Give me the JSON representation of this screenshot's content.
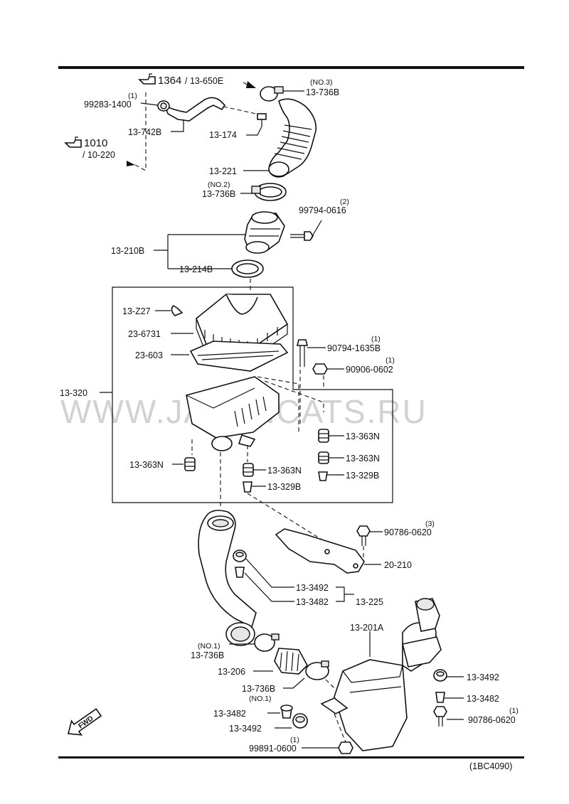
{
  "watermark": "WWW.JAPANCATS.RU",
  "diagram_code": "(1BC4090)",
  "fwd_label": "FWD",
  "references": [
    {
      "id": "ref-1364",
      "main": "1364",
      "sub": "/ 13-650E"
    },
    {
      "id": "ref-1010",
      "main": "1010",
      "sub": "/ 10-220"
    }
  ],
  "labels": {
    "l_13_736B_no3_note": "(NO.3)",
    "l_13_736B_no3": "13-736B",
    "l_99283_qty": "(1)",
    "l_99283": "99283-1400",
    "l_13_742B": "13-742B",
    "l_13_174": "13-174",
    "l_13_221": "13-221",
    "l_13_736B_no2_note": "(NO.2)",
    "l_13_736B_no2": "13-736B",
    "l_99794_qty": "(2)",
    "l_99794": "99794-0616",
    "l_13_210B": "13-210B",
    "l_13_214B": "13-214B",
    "l_13_Z27": "13-Z27",
    "l_23_6731": "23-6731",
    "l_23_603": "23-603",
    "l_90794_qty": "(1)",
    "l_90794": "90794-1635B",
    "l_90906_qty": "(1)",
    "l_90906": "90906-0602",
    "l_13_320": "13-320",
    "l_13_363N_a": "13-363N",
    "l_13_363N_b": "13-363N",
    "l_13_363N_c": "13-363N",
    "l_13_363N_d": "13-363N",
    "l_13_329B_a": "13-329B",
    "l_13_329B_b": "13-329B",
    "l_90786_top_qty": "(3)",
    "l_90786_top": "90786-0620",
    "l_20_210": "20-210",
    "l_13_3492_a": "13-3492",
    "l_13_3482_a": "13-3482",
    "l_13_225": "13-225",
    "l_13_201A": "13-201A",
    "l_13_736B_no1a_note": "(NO.1)",
    "l_13_736B_no1a": "13-736B",
    "l_13_206": "13-206",
    "l_13_736B_no1b": "13-736B",
    "l_13_736B_no1b_note": "(NO.1)",
    "l_13_3492_b": "13-3492",
    "l_13_3482_b": "13-3482",
    "l_90786_bot_qty": "(1)",
    "l_90786_bot": "90786-0620",
    "l_13_3482_c": "13-3482",
    "l_13_3492_c": "13-3492",
    "l_99891_qty": "(1)",
    "l_99891": "99891-0600"
  },
  "icons": [
    "pointing-hand-icon",
    "fwd-arrow-icon"
  ]
}
